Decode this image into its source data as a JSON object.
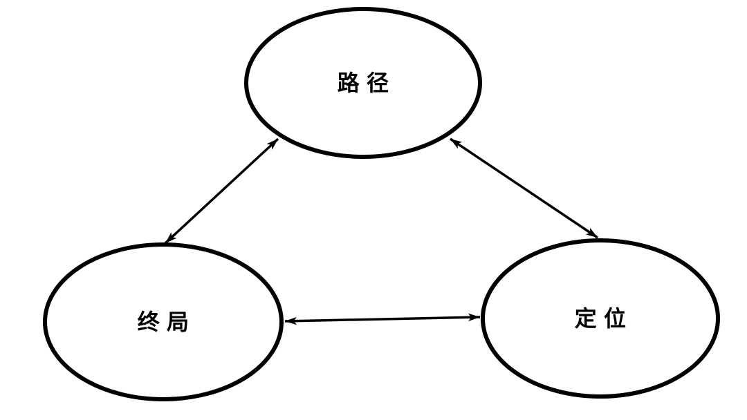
{
  "diagram": {
    "background_color": "#ffffff",
    "stroke_color": "#000000",
    "text_color": "#000000",
    "nodes": [
      {
        "id": "path",
        "label": "路径"
      },
      {
        "id": "endgame",
        "label": "终局"
      },
      {
        "id": "positioning",
        "label": "定位"
      }
    ],
    "edges": [
      {
        "from": "路径",
        "to": "终局",
        "style": "double-arrow"
      },
      {
        "from": "路径",
        "to": "定位",
        "style": "double-arrow"
      },
      {
        "from": "终局",
        "to": "定位",
        "style": "double-arrow"
      }
    ]
  }
}
